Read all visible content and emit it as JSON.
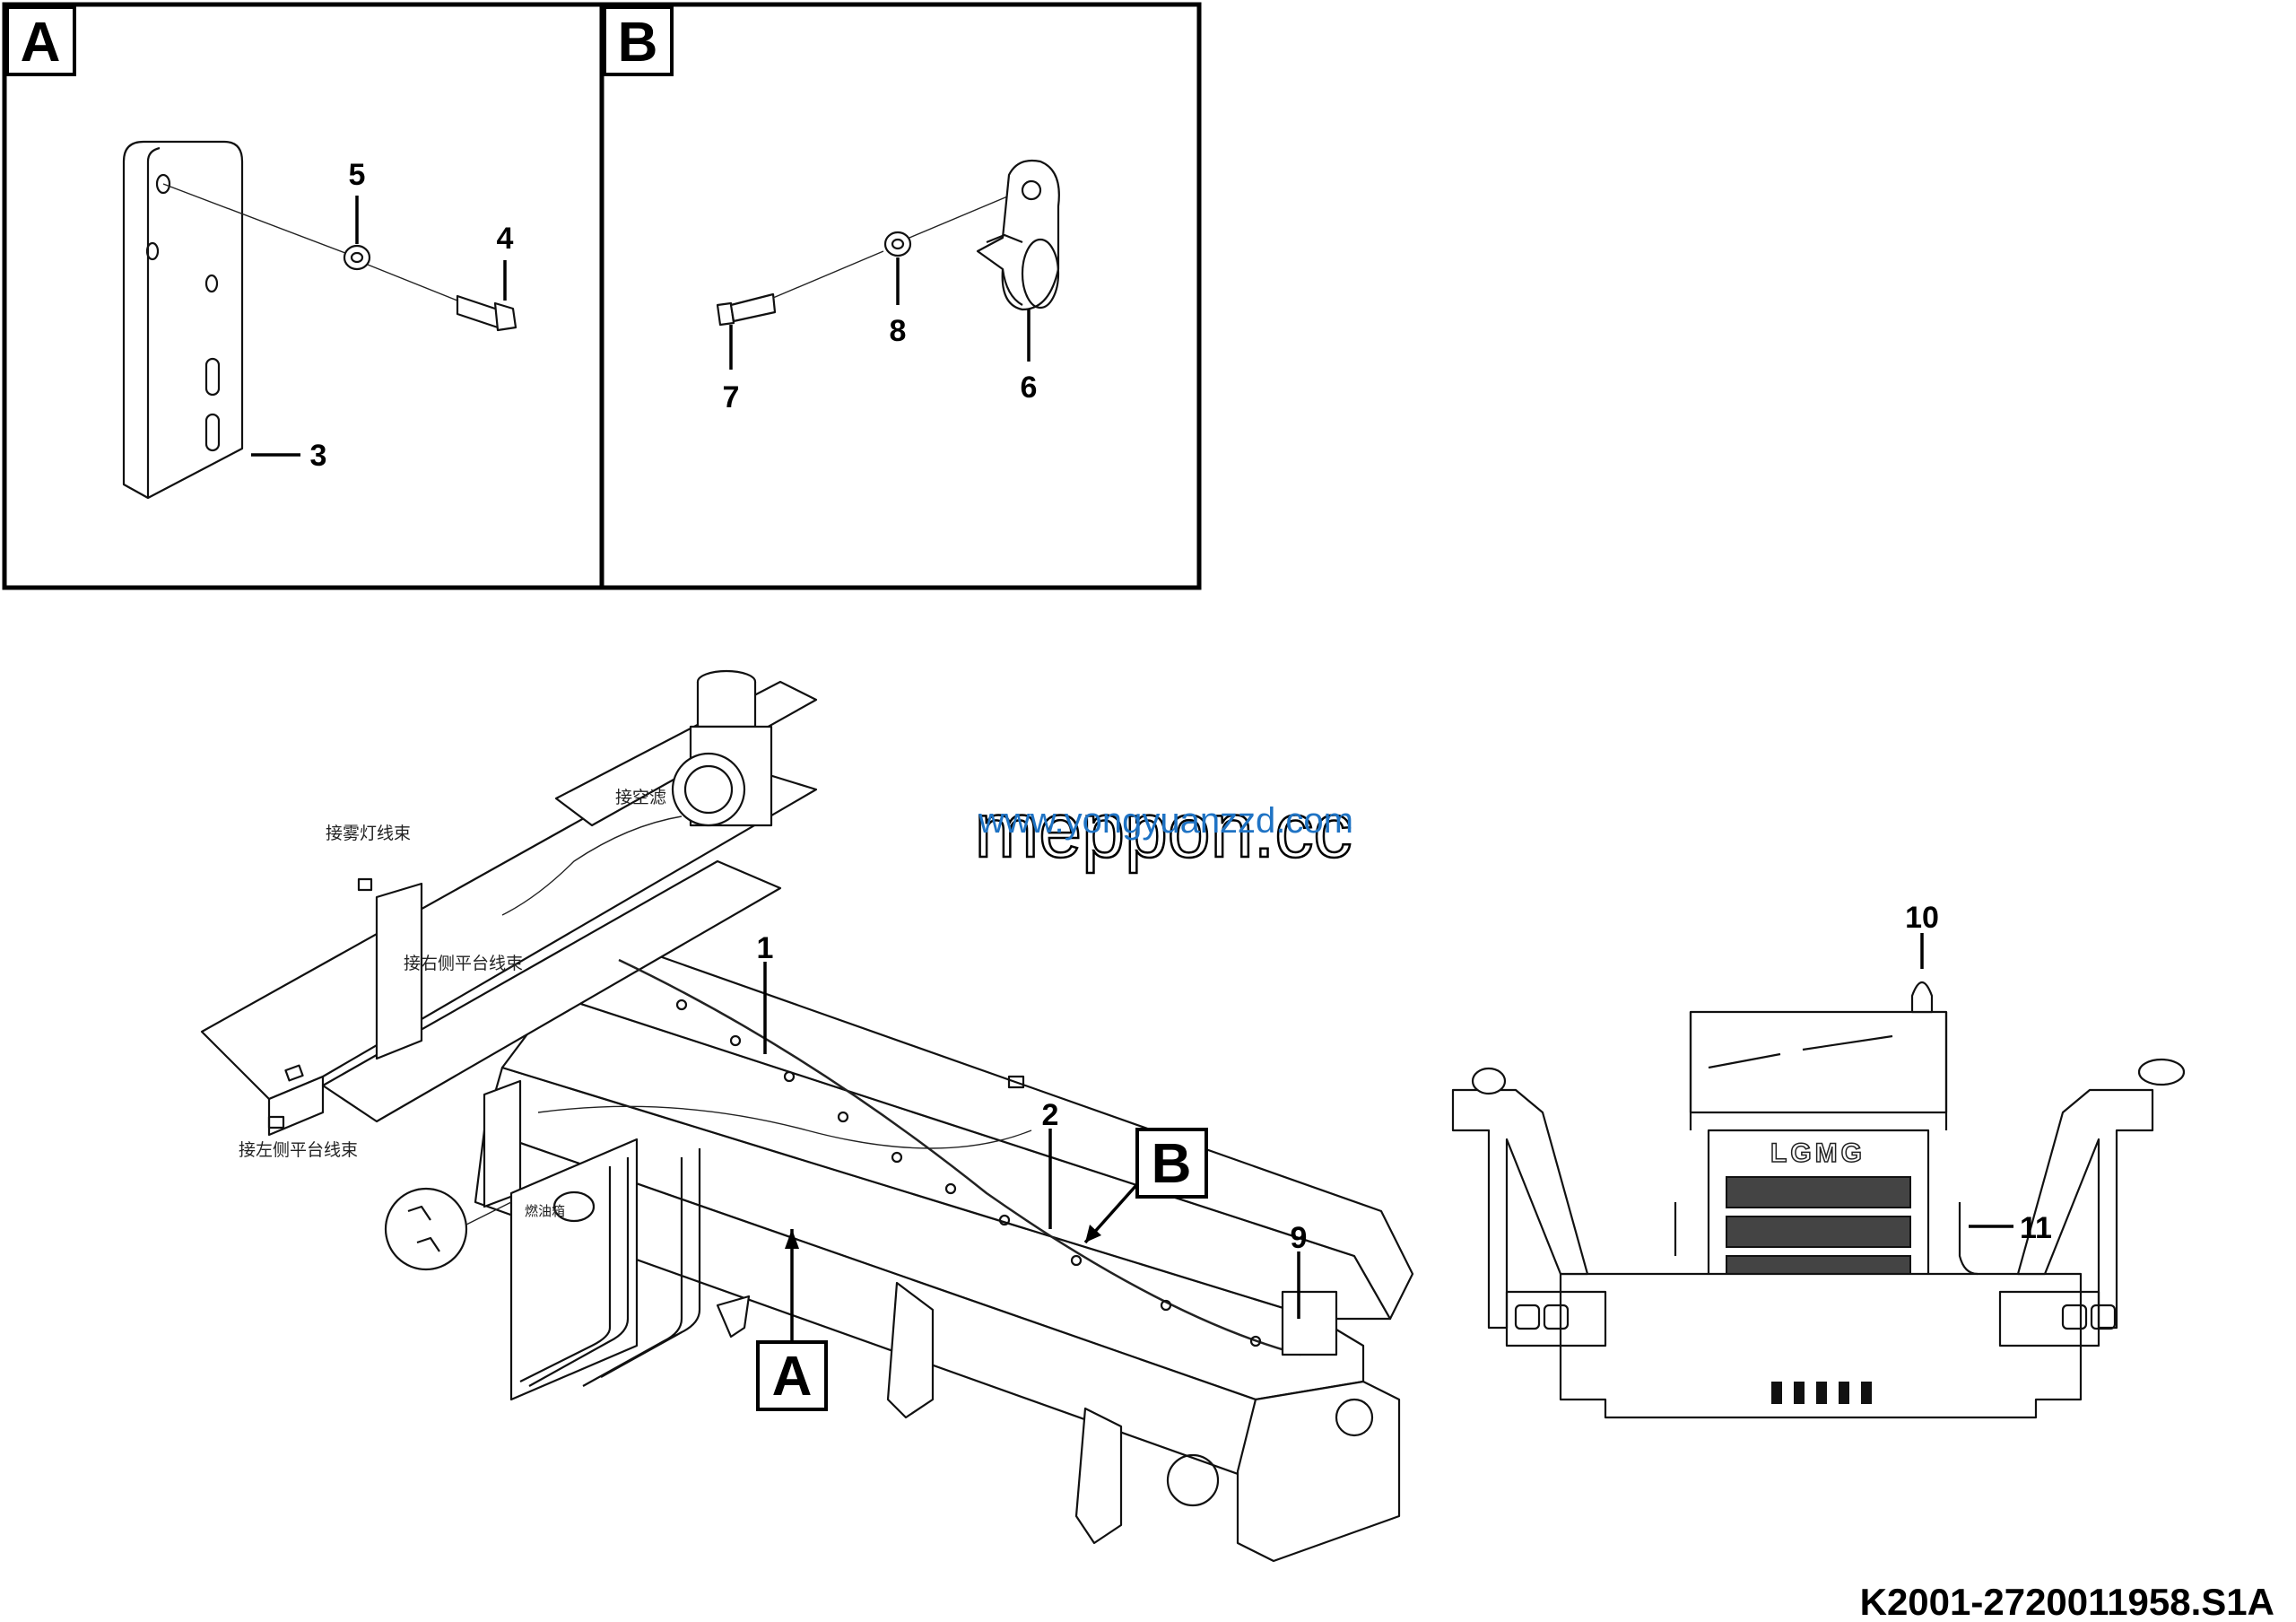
{
  "panels": {
    "a": {
      "letter": "A",
      "callouts": [
        "5",
        "4",
        "3"
      ]
    },
    "b": {
      "letter": "B",
      "callouts": [
        "7",
        "8",
        "6"
      ]
    }
  },
  "main_view": {
    "callouts": [
      "1",
      "2",
      "9"
    ],
    "detail_refs": {
      "a": "A",
      "b": "B"
    },
    "labels": {
      "fog_light_harness": "接雾灯线束",
      "air_filter": "接空滤",
      "right_platform_harness": "接右侧平台线束",
      "left_platform_harness": "接左侧平台线束",
      "fuel_tank": "燃油箱"
    }
  },
  "rear_view": {
    "callouts": [
      "10",
      "11"
    ],
    "logo_text": "LGMG"
  },
  "watermarks": {
    "outline": "meppon.cc",
    "blue": "www.yongyuanzzd.com",
    "blue_color": "#1f73c4"
  },
  "drawing_code": "K2001-2720011958.S1A"
}
